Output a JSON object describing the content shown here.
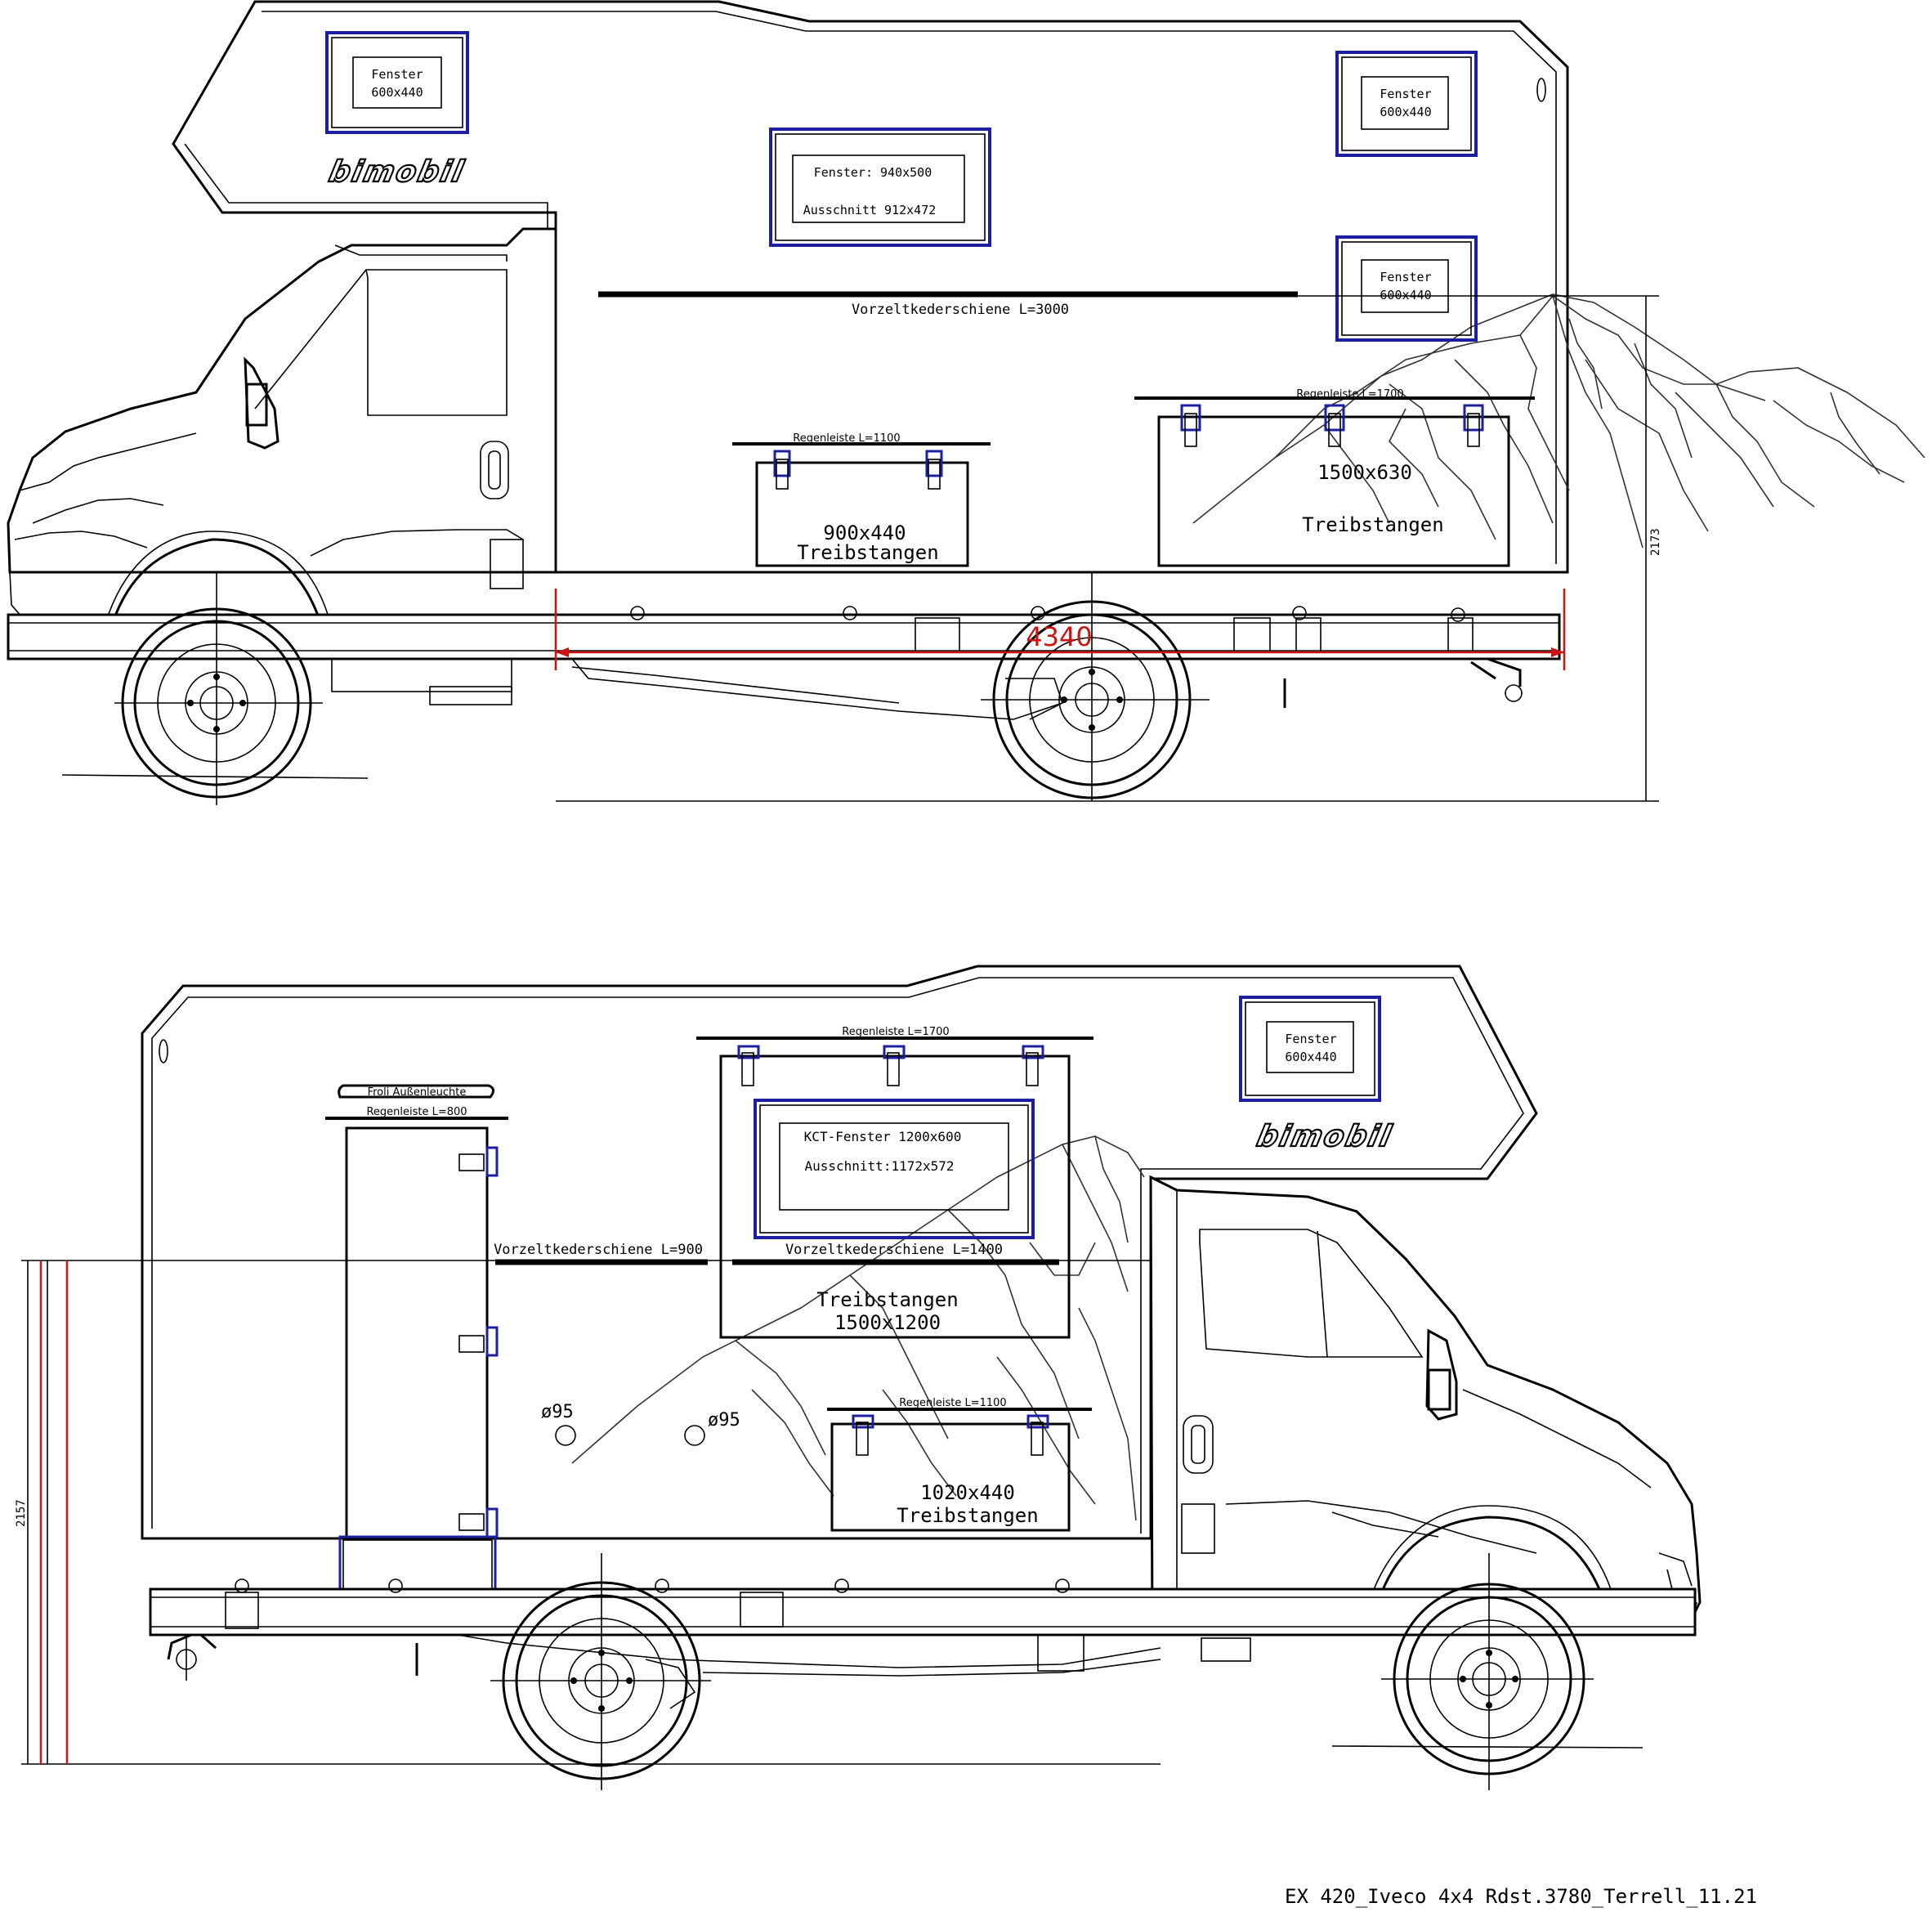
{
  "brand": "bimobil",
  "colors": {
    "line": "#000000",
    "window": "#1b1fa0",
    "dimension": "#cc1111"
  },
  "top_view": {
    "windows": [
      {
        "line1": "Fenster",
        "line2": "600x440"
      },
      {
        "line1": "Fenster: 940x500",
        "line2": "Ausschnitt 912x472"
      },
      {
        "line1": "Fenster",
        "line2": "600x440"
      },
      {
        "line1": "Fenster",
        "line2": "600x440"
      }
    ],
    "awning_rail": "Vorzeltkederschiene L=3000",
    "rain_gutter_small": "Regenleiste L=1100",
    "rain_gutter_large": "Regenleiste L=1700",
    "hatch_small": {
      "size": "900x440",
      "label": "Treibstangen"
    },
    "hatch_large": {
      "size": "1500x630",
      "label": "Treibstangen"
    },
    "dimension_length": "4340",
    "dimension_height": "2173"
  },
  "bottom_view": {
    "window_small": {
      "line1": "Fenster",
      "line2": "600x440"
    },
    "window_large": {
      "line1": "KCT-Fenster 1200x600",
      "line2": "Ausschnitt:1172x572"
    },
    "light": "Froli Außenleuchte",
    "rain_gutter_door": "Regenleiste L=800",
    "rain_gutter_hatch": "Regenleiste L=1700",
    "rain_gutter_small": "Regenleiste L=1100",
    "awning_rail_left": "Vorzeltkederschiene L=900",
    "awning_rail_right": "Vorzeltkederschiene L=1400",
    "hatch_large": {
      "label": "Treibstangen",
      "size": "1500x1200"
    },
    "hatch_small": {
      "size": "1020x440",
      "label": "Treibstangen"
    },
    "vent_1": "ø95",
    "vent_2": "ø95",
    "dimension_height": "2157"
  },
  "footer": "EX 420_Iveco 4x4 Rdst.3780_Terrell_11.21"
}
